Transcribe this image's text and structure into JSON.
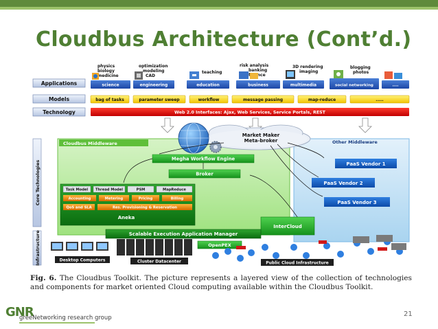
{
  "slide": {
    "title": "Cloudbus Architecture (Cont’d.)",
    "page_number": "21"
  },
  "logo": {
    "mark": "GNR",
    "text": "greeNetworking research group"
  },
  "figure": {
    "layers": {
      "applications": "Applications",
      "models": "Models",
      "technology": "Technology"
    },
    "app_items": [
      "science",
      "engineering",
      "education",
      "business",
      "multimedia",
      "social networking",
      "...."
    ],
    "app_top_labels": [
      "physics",
      "biology",
      "medicine",
      "optimization",
      "modeling",
      "CAD",
      "teaching",
      "risk analysis",
      "banking",
      "finance",
      "3D rendering",
      "imaging",
      "blogging",
      "photos"
    ],
    "models": [
      "bag of tasks",
      "parameter sweep",
      "workflow",
      "message passing",
      "map-reduce",
      "....."
    ],
    "technology_bar": "Web 2.0 Interfaces: Ajax, Web Services, Service Portals, REST",
    "middleware_title": "Cloudbus Middleware",
    "other_middleware_title": "Other Middleware",
    "market_maker": "Market Maker",
    "meta_broker": "Meta-broker",
    "workflow_engine": "Megha Workflow Engine",
    "broker": "Broker",
    "aneka_row1": [
      "Task Model",
      "Thread Model",
      "PSM",
      "MapReduce"
    ],
    "aneka_row2": [
      "Accounting",
      "Metering",
      "Pricing",
      "Billing"
    ],
    "aneka_row3": [
      "QoS and SLA",
      "Res. Provisioning & Reservation"
    ],
    "aneka": "Aneka",
    "intercloud": "InterCloud",
    "seam": "Scalable Execution Application Manager",
    "openpex": "OpenPEX",
    "paas": [
      "PaaS Vendor 1",
      "PaaS Vendor 2",
      "PaaS Vendor 3"
    ],
    "core_technologies": "Core Technologies",
    "infrastructure": "Infrastructure",
    "desktop": "Desktop Computers",
    "cluster": "Cluster Datacenter",
    "public_cloud": "Public Cloud Infrastructure"
  },
  "caption": {
    "label": "Fig. 6.",
    "text": "The Cloudbus Toolkit. The picture represents a layered view of the collection of technologies and components for market oriented Cloud computing available within the Cloudbus Toolkit."
  }
}
